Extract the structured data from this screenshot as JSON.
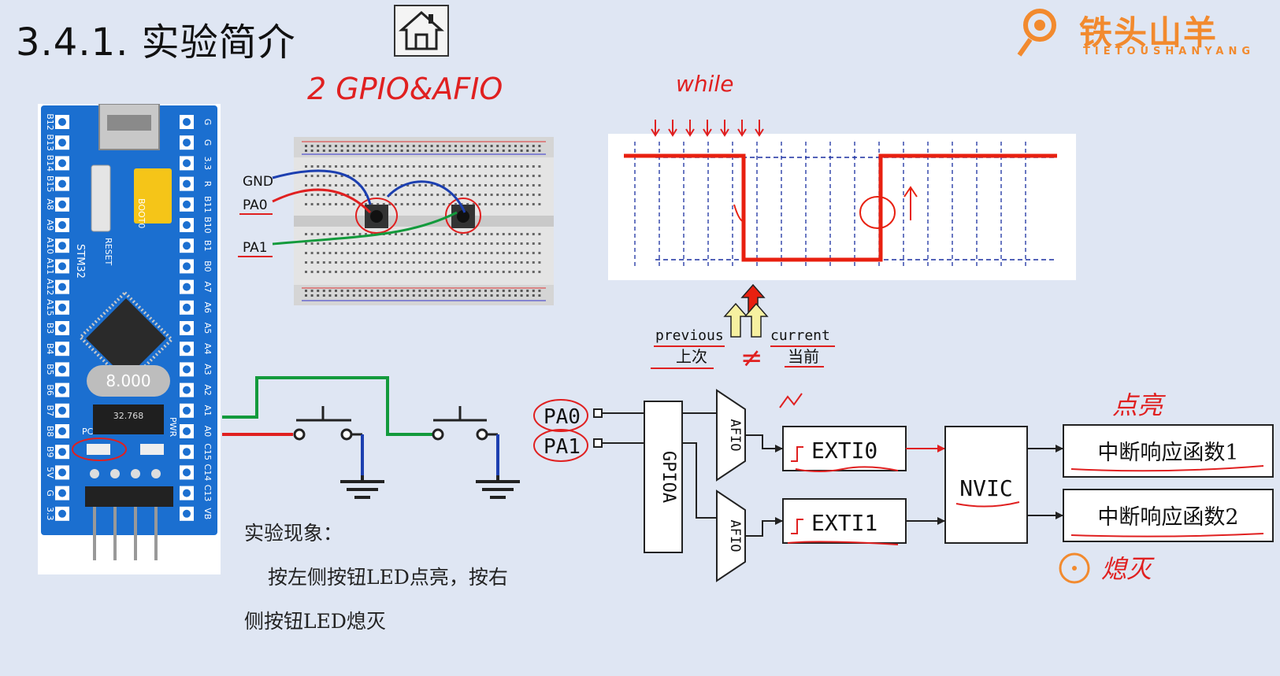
{
  "header": {
    "title": "3.4.1. 实验简介",
    "home_icon": "home-icon"
  },
  "brand": {
    "name": "铁头山羊",
    "sub": "TIETOUSHANYANG",
    "color": "#f28a2e"
  },
  "board": {
    "left_pins": [
      "B12",
      "B13",
      "B14",
      "B15",
      "A8",
      "A9",
      "A10",
      "A11",
      "A12",
      "A15",
      "B3",
      "B4",
      "B5",
      "B6",
      "B7",
      "B8",
      "B9",
      "5V",
      "G",
      "3.3"
    ],
    "right_pins": [
      "G",
      "G",
      "3.3",
      "R",
      "B11",
      "B10",
      "B1",
      "B0",
      "A7",
      "A6",
      "A5",
      "A4",
      "A3",
      "A2",
      "A1",
      "A0",
      "C15",
      "C14",
      "C13",
      "VB"
    ],
    "crystal": "8.000",
    "chip_label": "STM32",
    "reset_label": "RESET",
    "boot_label": "BOOT0",
    "pwr_label": "PWR",
    "pc_label": "PC",
    "osc_label": "32.768"
  },
  "breadboard": {
    "gnd_label": "GND",
    "pa0_label": "PA0",
    "pa1_label": "PA1"
  },
  "annotations": {
    "gpio_afio": "2 GPIO&AFIO",
    "while": "while",
    "previous": "previous",
    "current": "current",
    "previous_cn": "上次",
    "current_cn": "当前",
    "not_equal": "≠",
    "light": "点亮",
    "off": "熄灭"
  },
  "block_diagram": {
    "pa0": "PA0",
    "pa1": "PA1",
    "gpioa": "GPIOA",
    "afio": "AFIO",
    "exti0": "EXTI0",
    "exti1": "EXTI1",
    "nvic": "NVIC",
    "handler1": "中断响应函数1",
    "handler2": "中断响应函数2"
  },
  "phenomenon": {
    "heading": "实验现象：",
    "line1": "按左侧按钮LED点亮，按右",
    "line2": "侧按钮LED熄灭"
  },
  "colors": {
    "background": "#dfe6f3",
    "signal": "#e82010",
    "grid_blue": "#1a2fa0",
    "wire_green": "#139a3c",
    "wire_blue": "#1c3fb0"
  }
}
